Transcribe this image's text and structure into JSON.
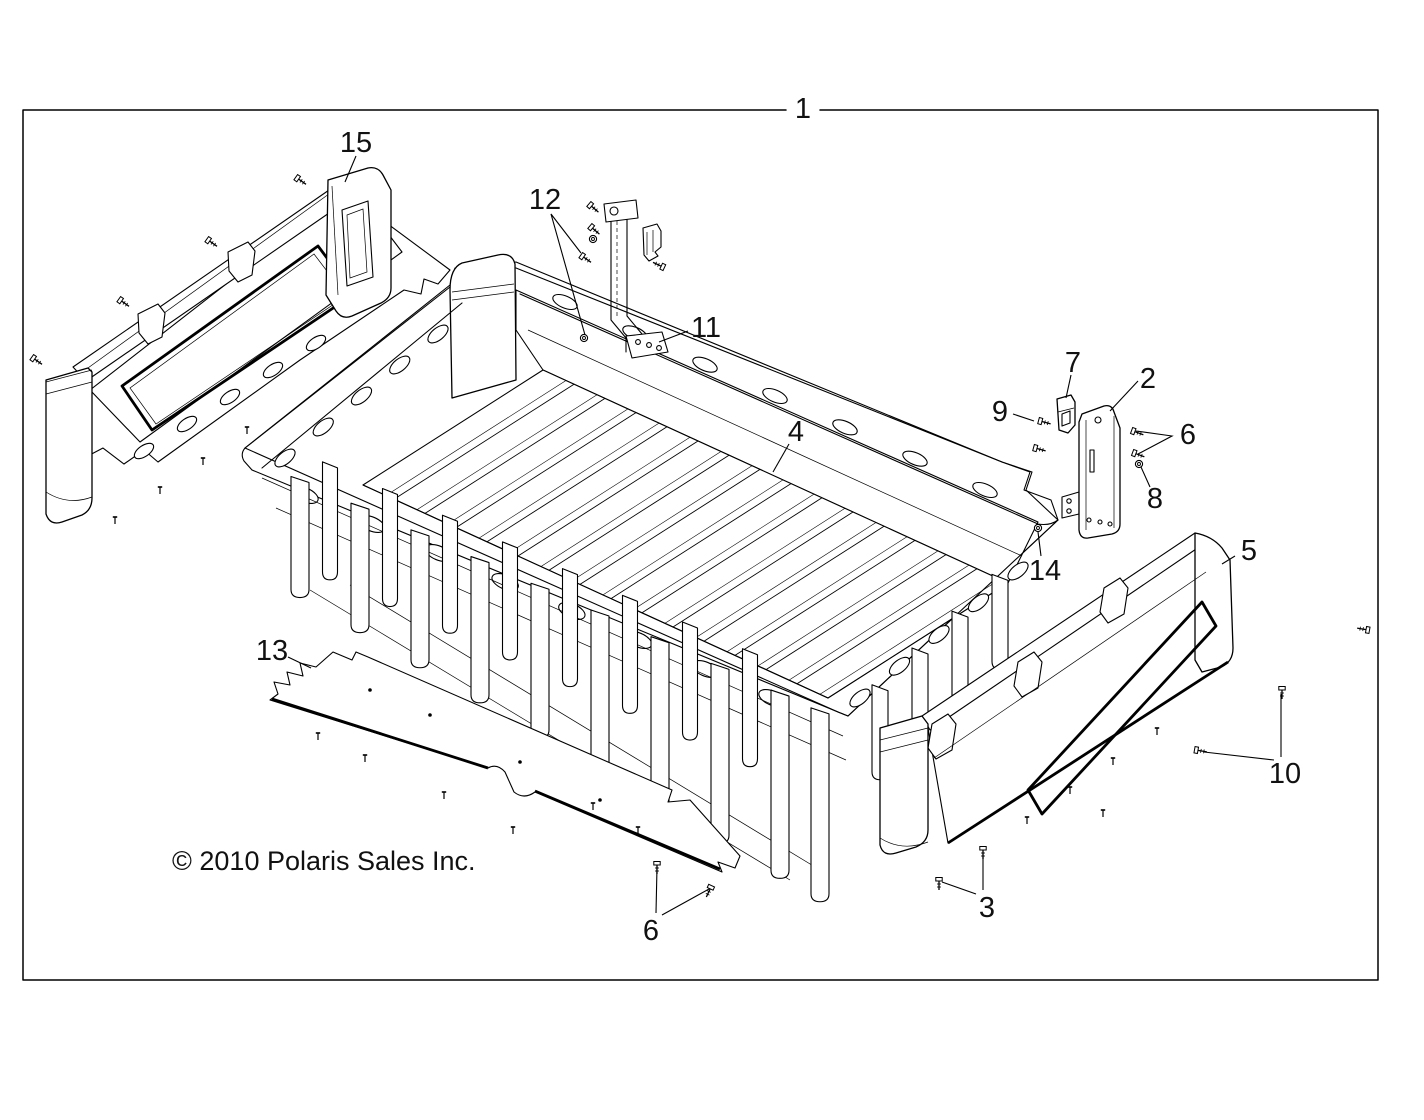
{
  "diagram": {
    "assembly_label": "1",
    "copyright": "© 2010 Polaris Sales Inc.",
    "colors": {
      "line": "#000000",
      "background": "#ffffff"
    },
    "callouts": [
      {
        "label": "1"
      },
      {
        "label": "15"
      },
      {
        "label": "12"
      },
      {
        "label": "11"
      },
      {
        "label": "4"
      },
      {
        "label": "7"
      },
      {
        "label": "2"
      },
      {
        "label": "9"
      },
      {
        "label": "6"
      },
      {
        "label": "8"
      },
      {
        "label": "14"
      },
      {
        "label": "5"
      },
      {
        "label": "13"
      },
      {
        "label": "10"
      },
      {
        "label": "3"
      },
      {
        "label": "6"
      }
    ]
  }
}
